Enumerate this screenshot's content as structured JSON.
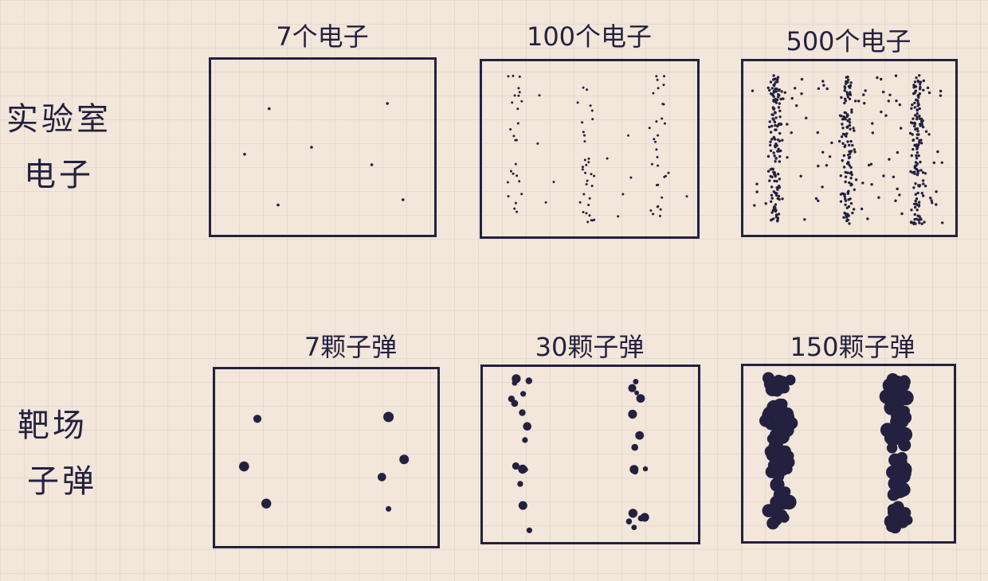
{
  "rows": [
    {
      "label_lines": [
        "实验室",
        "电子"
      ],
      "panels": [
        {
          "title": "7个电子",
          "count": 7,
          "pattern": "sparse"
        },
        {
          "title": "100个电子",
          "count": 100,
          "pattern": "interference"
        },
        {
          "title": "500个电子",
          "count": 500,
          "pattern": "interference"
        }
      ]
    },
    {
      "label_lines": [
        "靶场",
        "子弹"
      ],
      "panels": [
        {
          "title": "7颗子弹",
          "count": 7,
          "pattern": "sparse"
        },
        {
          "title": "30颗子弹",
          "count": 30,
          "pattern": "two-bands"
        },
        {
          "title": "150颗子弹",
          "count": 150,
          "pattern": "two-bands"
        }
      ]
    }
  ],
  "colors": {
    "ink": "#23213f",
    "paper": "#f3e6da"
  }
}
